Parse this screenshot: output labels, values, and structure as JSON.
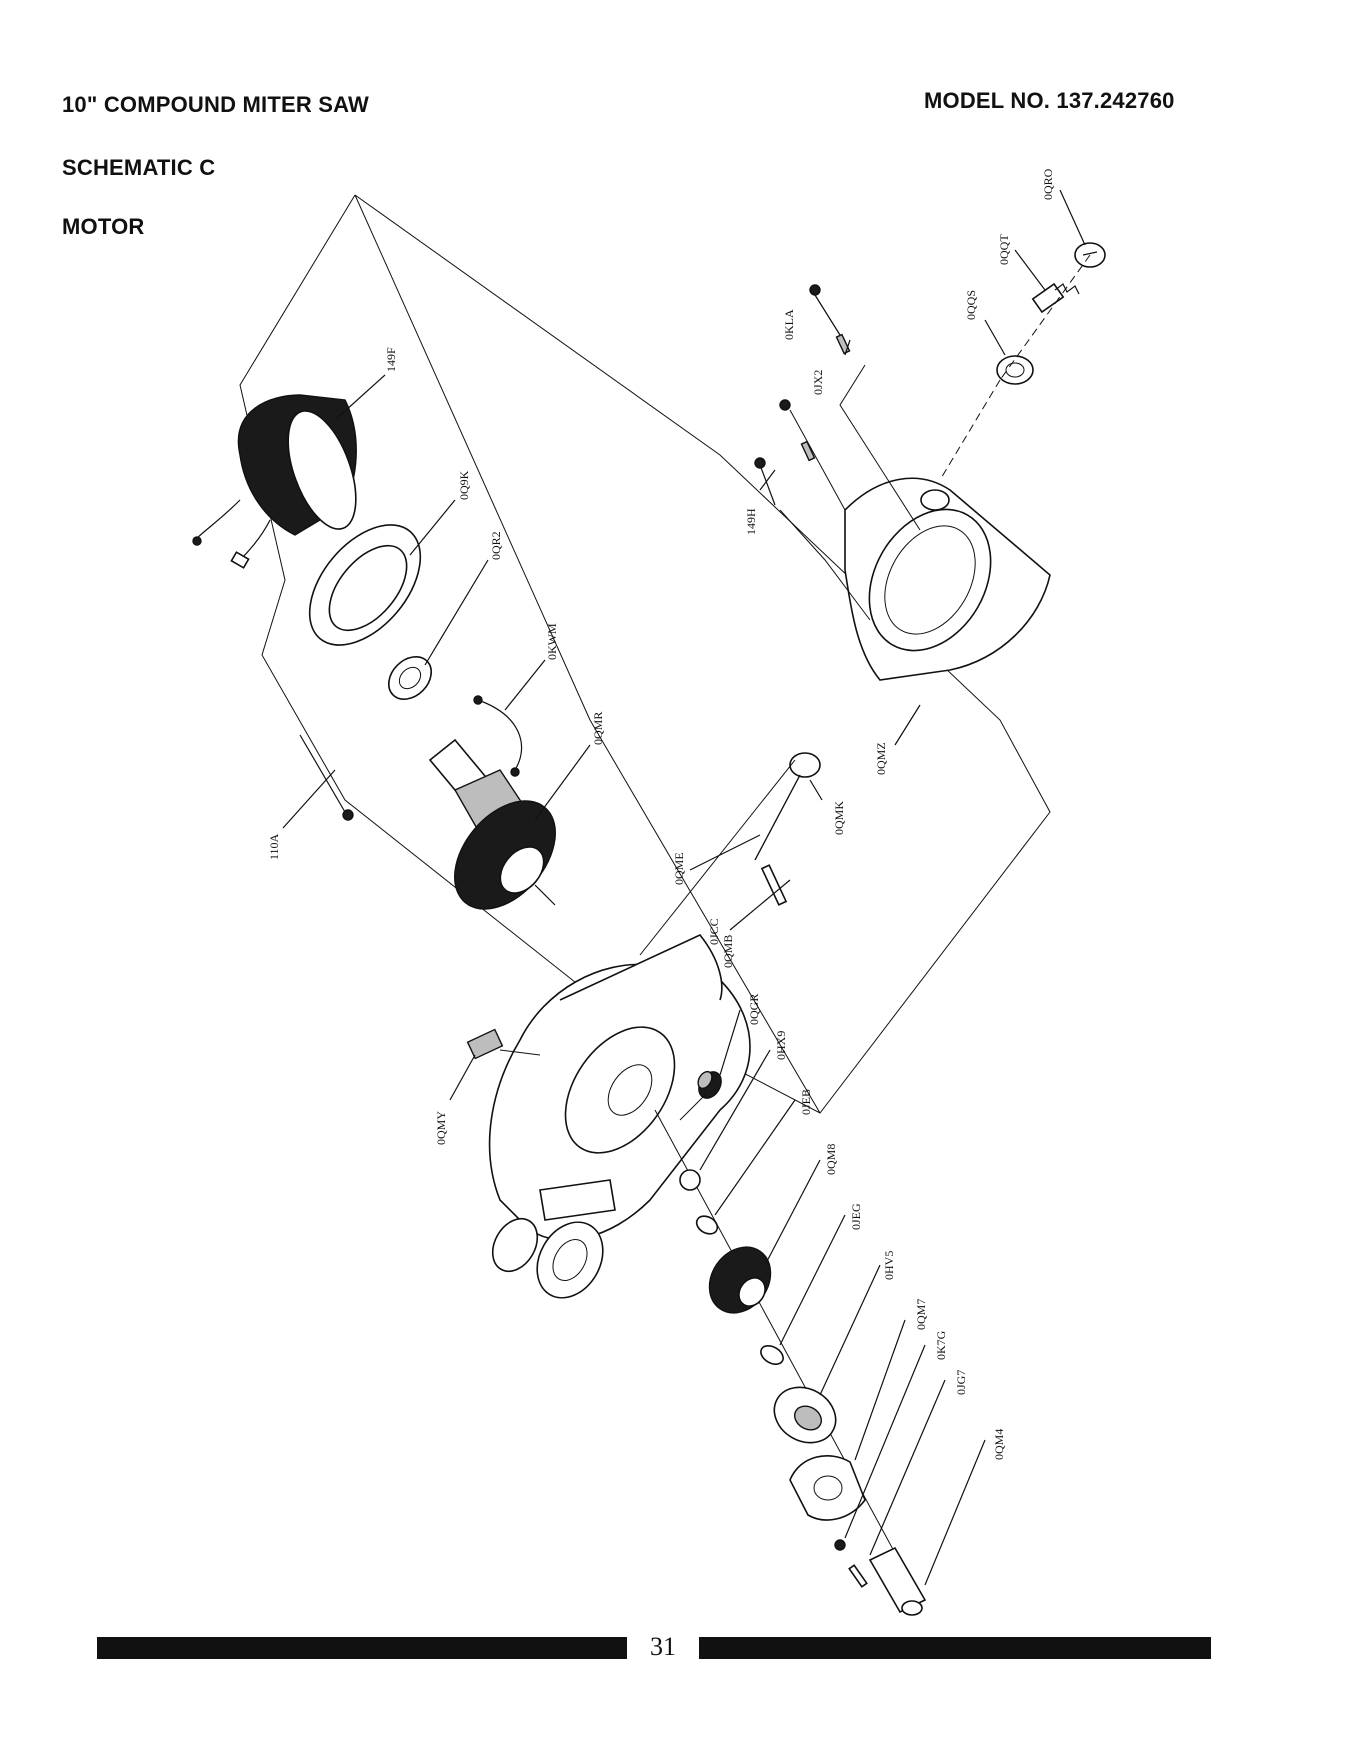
{
  "header": {
    "title": "10\" COMPOUND MITER SAW",
    "model": "MODEL NO. 137.242760",
    "schematic": "SCHEMATIC C",
    "section": "MOTOR"
  },
  "parts": {
    "p149F": "149F",
    "p0Q9K": "0Q9K",
    "p0QR2": "0QR2",
    "p0KWM": "0KWM",
    "p0QMR": "0QMR",
    "p110A": "110A",
    "p0KLA": "0KLA",
    "p0JX2": "0JX2",
    "p149H": "149H",
    "p0QQS": "0QQS",
    "p0QQT": "0QQT",
    "p0QRO": "0QRO",
    "p0QMZ": "0QMZ",
    "p0QMK": "0QMK",
    "p0QME": "0QME",
    "p0JCC": "0JCC",
    "p0QMB": "0QMB",
    "p0QGR": "0QGR",
    "p0HX9": "0HX9",
    "p0JEB": "0JEB",
    "p0QM8": "0QM8",
    "p0JEG": "0JEG",
    "p0HV5": "0HV5",
    "p0QM7": "0QM7",
    "p0K7G": "0K7G",
    "p0JG7": "0JG7",
    "p0QM4": "0QM4",
    "p0QMY": "0QMY"
  },
  "footer": {
    "page": "31"
  }
}
